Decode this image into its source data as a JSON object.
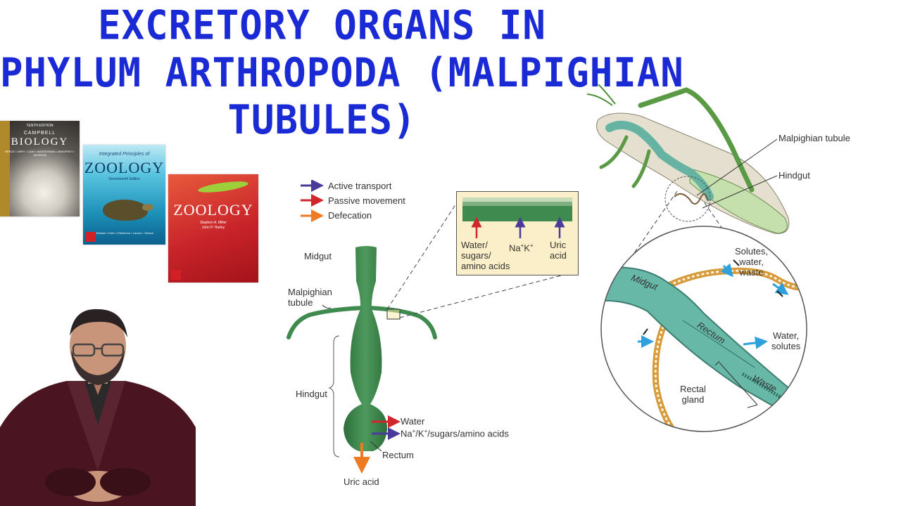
{
  "title": {
    "line1": "EXCRETORY ORGANS IN",
    "line2": "PHYLUM ARTHROPODA (MALPIGHIAN",
    "line3": "TUBULES)"
  },
  "books": {
    "biology": {
      "edition": "TENTH EDITION",
      "series": "CAMPBELL",
      "title": "BIOLOGY",
      "authors": "REECE • URRY • CAIN • WASSERMAN • MINORSKY • JACKSON"
    },
    "integrated": {
      "subtitle": "Integrated Principles of",
      "title": "ZOOLOGY",
      "edition": "Seventeenth Edition",
      "authors": "Hickman • Keen • Eisenhour • Larson • I'Anson"
    },
    "zoology": {
      "title": "ZOOLOGY",
      "authors_line1": "Stephen A. Miller",
      "authors_line2": "John P. Harley"
    }
  },
  "legend": {
    "active": "Active transport",
    "passive": "Passive movement",
    "defecation": "Defecation"
  },
  "gut_diagram": {
    "midgut": "Midgut",
    "malpighian_line1": "Malpighian",
    "malpighian_line2": "tubule",
    "hindgut": "Hindgut",
    "water": "Water",
    "ions_prefix": "Na",
    "ions_mid": "/K",
    "ions_suffix": "/sugars/amino acids",
    "rectum": "Rectum",
    "uric_acid": "Uric acid"
  },
  "inset": {
    "water_line1": "Water/",
    "water_line2": "sugars/",
    "water_line3": "amino acids",
    "na": "Na",
    "k": "K",
    "uric_line1": "Uric",
    "uric_line2": "acid"
  },
  "insect_diagram": {
    "malpighian": "Malpighian tubule",
    "hindgut": "Hindgut",
    "solutes_line1": "Solutes,",
    "solutes_line2": "water,",
    "solutes_line3": "waste",
    "midgut": "Midgut",
    "rectum": "Rectum",
    "water_solutes_line1": "Water,",
    "water_solutes_line2": "solutes",
    "rectal_line1": "Rectal",
    "rectal_line2": "gland",
    "waste": "Waste"
  },
  "colors": {
    "title": "#1a2bd6",
    "active_transport": "#4b3a9a",
    "passive_movement": "#d0262c",
    "defecation": "#ee7b22",
    "gut_green": "#3f8a4e",
    "tubule_orange": "#d69a3a",
    "inset_bg": "#fbefc9"
  }
}
